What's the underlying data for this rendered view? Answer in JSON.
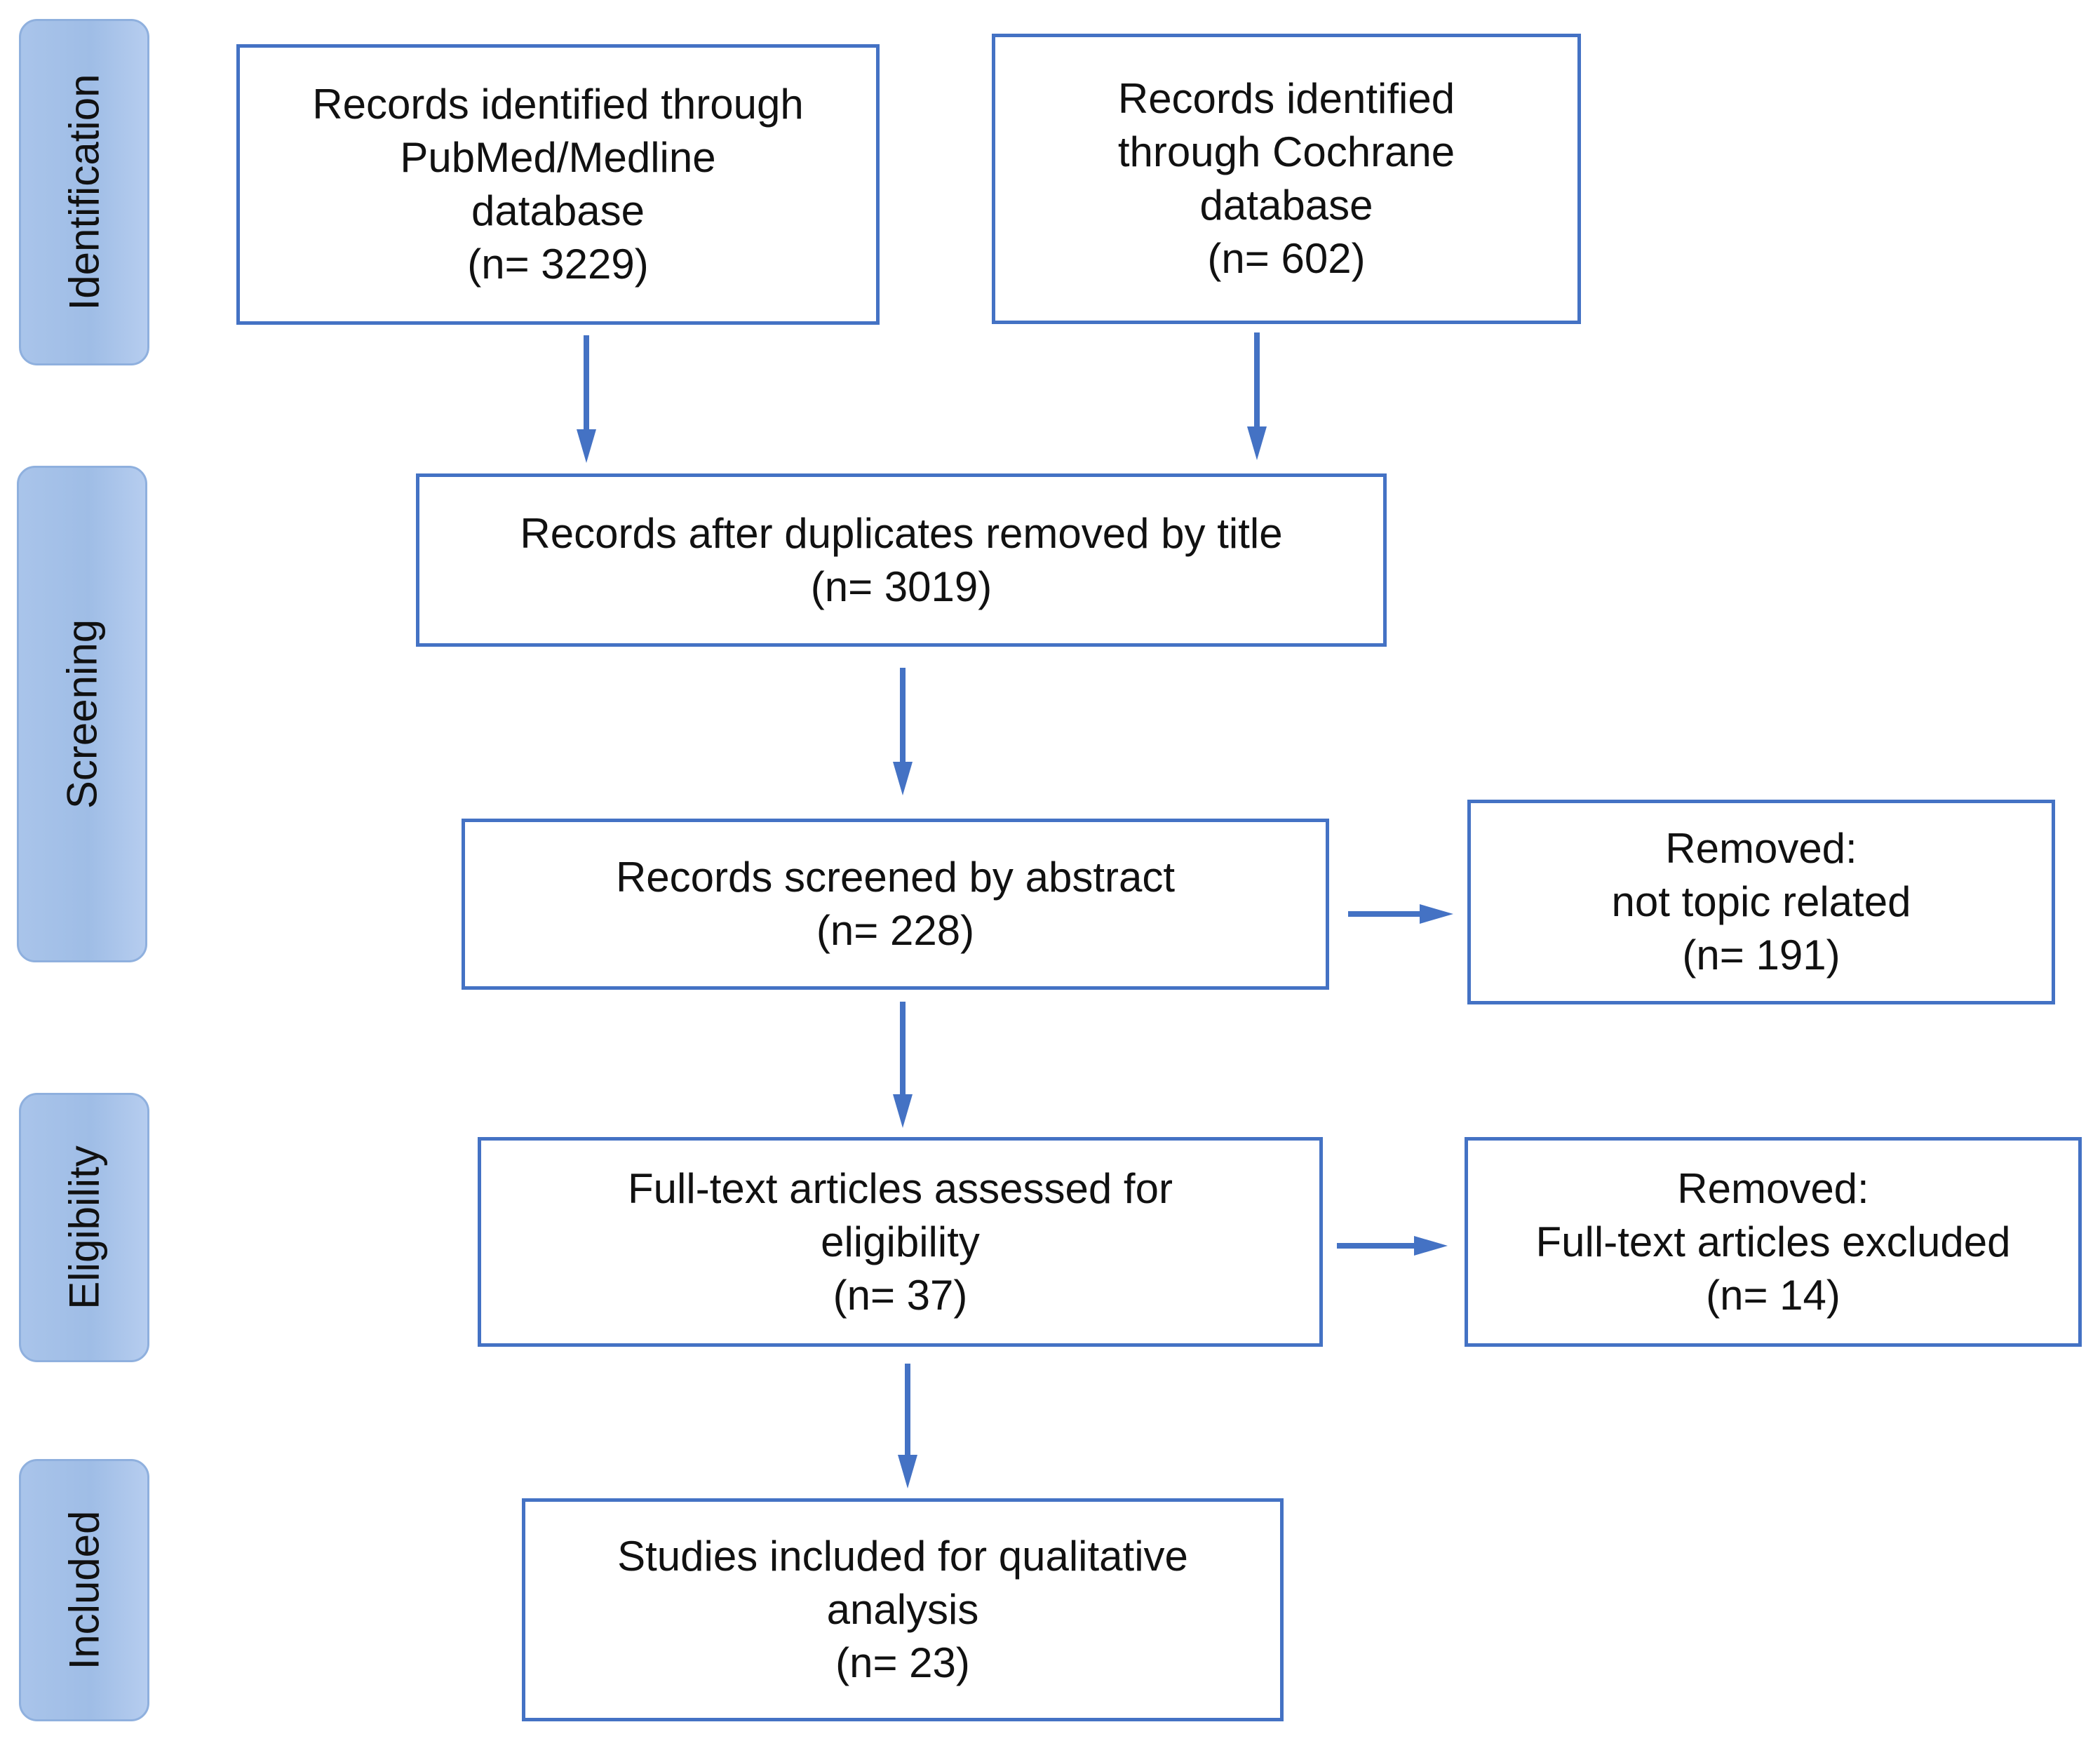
{
  "stages": {
    "identification": "Identification",
    "screening": "Screening",
    "eligibility": "Eligibility",
    "included": "Included"
  },
  "boxes": {
    "pubmed": [
      "Records identified through",
      "PubMed/Medline",
      "database",
      "(n= 3229)"
    ],
    "cochrane": [
      "Records identified",
      "through Cochrane",
      "database",
      "(n= 602)"
    ],
    "duplicates": [
      "Records after duplicates removed by title",
      "(n= 3019)"
    ],
    "abstract": [
      "Records screened by abstract",
      "(n= 228)"
    ],
    "removed_topic": [
      "Removed:",
      "not topic related",
      "(n= 191)"
    ],
    "fulltext": [
      "Full-text articles assessed for",
      "eligibility",
      "(n= 37)"
    ],
    "removed_fulltext": [
      "Removed:",
      "Full-text articles excluded",
      "(n= 14)"
    ],
    "included": [
      "Studies included for qualitative",
      "analysis",
      "(n= 23)"
    ]
  },
  "colors": {
    "box_border": "#4472c4",
    "arrow": "#4472c4",
    "stage_fill": "#a9c4ea"
  }
}
